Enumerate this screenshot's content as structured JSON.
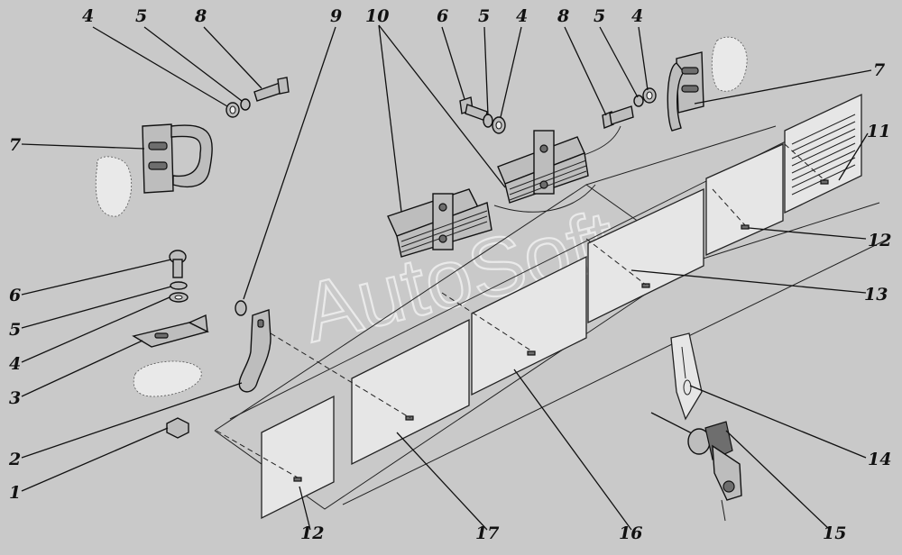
{
  "diagram": {
    "watermark": "AutoSoft",
    "callouts": {
      "c1": "1",
      "c2": "2",
      "c3": "3",
      "c4a": "4",
      "c4b": "4",
      "c4c": "4",
      "c4d": "4",
      "c5a": "5",
      "c5b": "5",
      "c5c": "5",
      "c5d": "5",
      "c6a": "6",
      "c6b": "6",
      "c7a": "7",
      "c7b": "7",
      "c8a": "8",
      "c8b": "8",
      "c9": "9",
      "c10": "10",
      "c11": "11",
      "c12a": "12",
      "c12b": "12",
      "c13": "13",
      "c14": "14",
      "c15": "15",
      "c16": "16",
      "c17": "17"
    },
    "colors": {
      "background": "#c9c9c9",
      "plate": "#e6e6e6",
      "ink": "#111111"
    }
  }
}
